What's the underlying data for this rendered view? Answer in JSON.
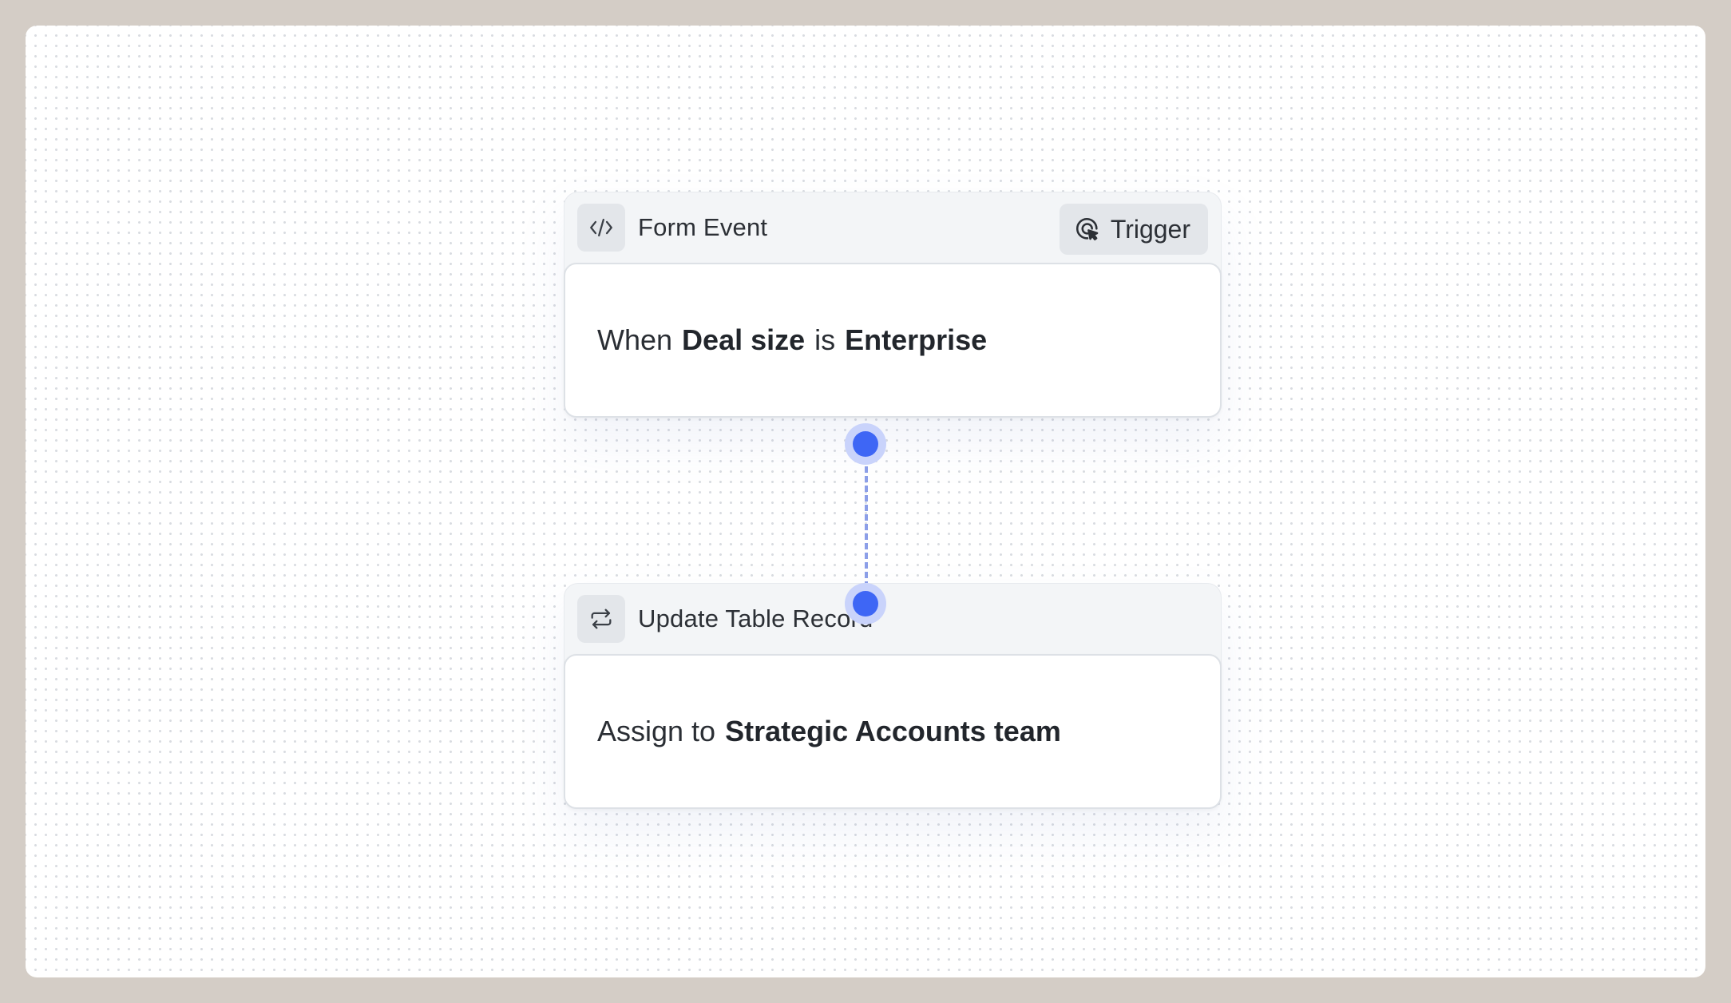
{
  "nodes": {
    "trigger": {
      "icon": "code-icon",
      "title": "Form Event",
      "badge_label": "Trigger",
      "badge_icon": "trigger-icon",
      "body": {
        "prefix": "When",
        "field": "Deal size",
        "operator": "is",
        "value": "Enterprise"
      }
    },
    "action": {
      "icon": "repeat-icon",
      "title": "Update Table Record",
      "body": {
        "prefix": "Assign to",
        "value": "Strategic Accounts team"
      }
    }
  },
  "colors": {
    "accent": "#3e66f5",
    "connector": "#8c9fe8"
  }
}
